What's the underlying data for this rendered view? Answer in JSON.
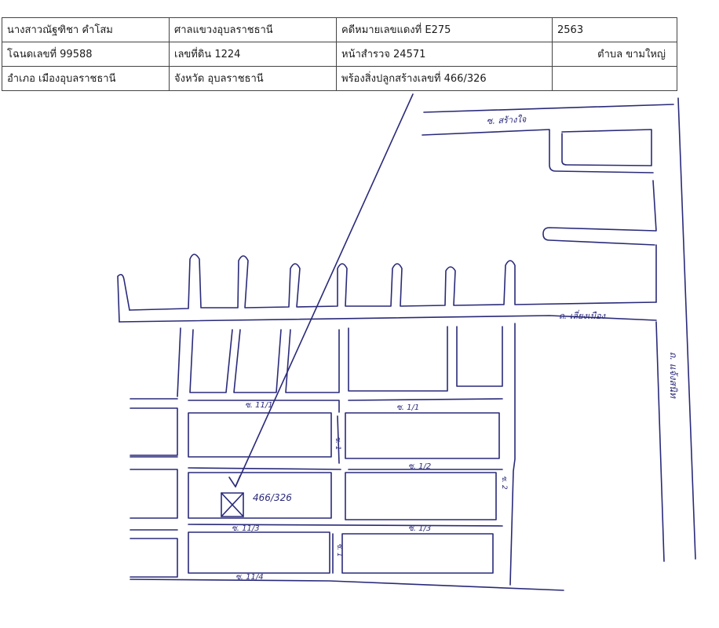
{
  "table": {
    "rows": [
      [
        "นางสาวณัฐฑิชา คำโสม",
        "ศาลแขวงอุบลราชธานี",
        "คดีหมายเลขแดงที่ E275",
        "2563"
      ],
      [
        "โฉนดเลขที่ 99588",
        "เลขที่ดิน  1224",
        "หน้าสำรวจ  24571",
        "ตำบล ขามใหญ่"
      ],
      [
        "อำเภอ  เมืองอุบลราชธานี",
        "จังหวัด อุบลราชธานี",
        "พร้องสิ่งปลูกสร้างเลขที่  466/326",
        ""
      ]
    ]
  },
  "map": {
    "road_labels": {
      "top": "ซ. สร้างใจ",
      "main_right": "ถ. แจ้งสนิท",
      "horizontal_main": "ถ. เลี่ยงเมือง",
      "left_1": "ซ. 11/1",
      "mid_1": "ซ. 1/1",
      "vert_1": "ซ. 1",
      "mid_2": "ซ. 1/2",
      "vert_2": "ซ. 2",
      "left_2": "ซ. 11/3",
      "mid_3": "ซ. 1/3",
      "vert_3": "ซ. 1",
      "bottom": "ซ. 11/4"
    },
    "property_number": "466/326"
  }
}
